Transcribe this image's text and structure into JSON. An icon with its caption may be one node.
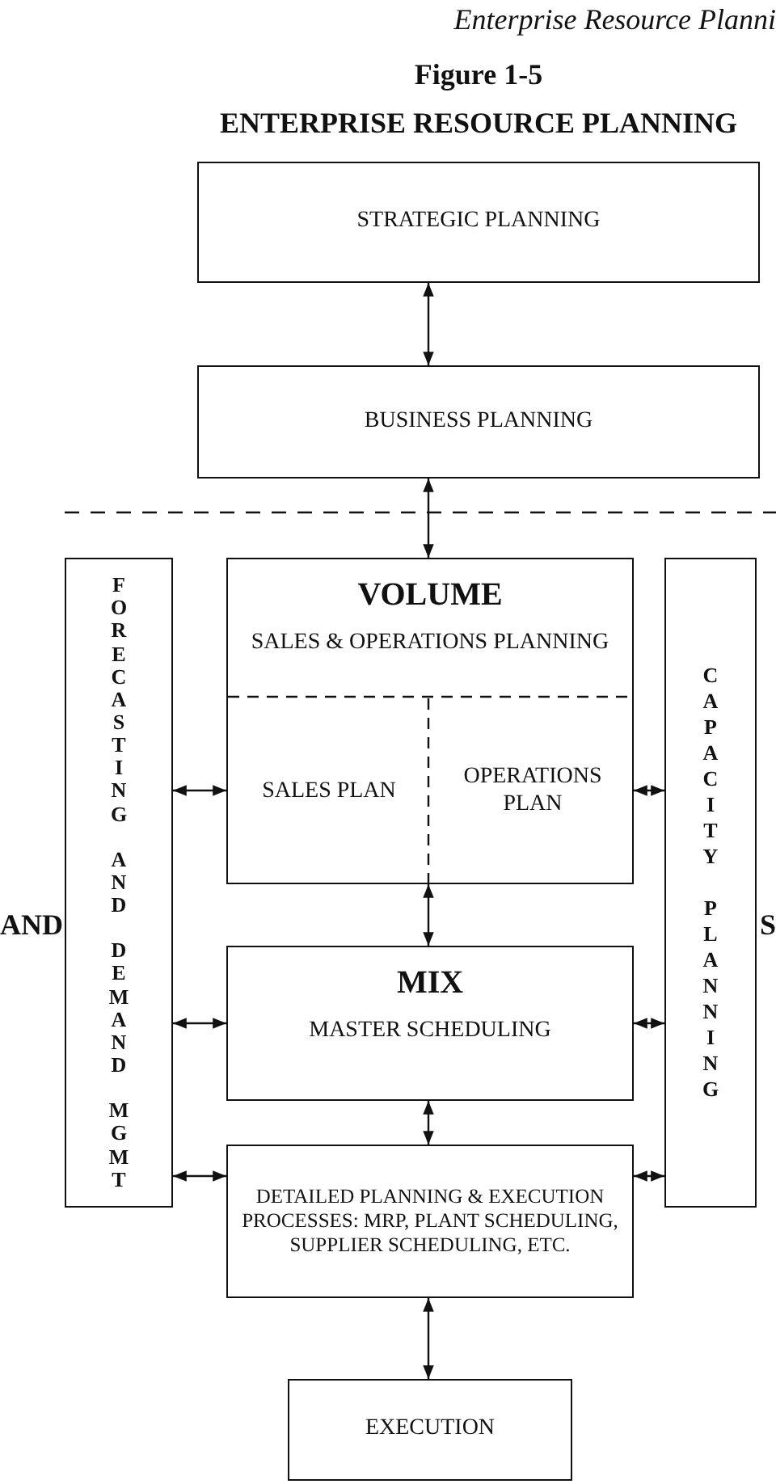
{
  "diagram": {
    "title": "ENTERPRISE RESOURCE PLANNING",
    "nodes": [
      {
        "text": [
          "STRATEGIC PLANNING"
        ]
      },
      {
        "text": [
          "BUSINESS PLANNING"
        ]
      },
      {
        "text": [
          "FORECASTING AND DEMAND MGMT"
        ]
      },
      {
        "text": [
          "VOLUME",
          "SALES & OPERATIONS PLANNING"
        ]
      },
      {
        "text": [
          "SALES PLAN"
        ],
        "in": 3
      },
      {
        "text": [
          "OPERATIONS PLAN"
        ],
        "in": 3
      },
      {
        "text": [
          "CAPACITY PLANNING"
        ]
      },
      {
        "text": [
          "MIX",
          "MASTER SCHEDULING"
        ]
      },
      {
        "text": [
          "DETAILED PLANNING & EXECUTION PROCESSES: MRP, PLANT SCHEDULING, SUPPLIER SCHEDULING, ETC."
        ]
      },
      {
        "text": [
          "EXECUTION"
        ]
      }
    ],
    "edges": [
      {
        "from": 0,
        "to": 1,
        "arrow": "both"
      },
      {
        "from": 1,
        "to": 3,
        "arrow": "both"
      },
      {
        "from": 2,
        "to": 4,
        "arrow": "both"
      },
      {
        "from": 5,
        "to": 6,
        "arrow": "both"
      },
      {
        "from": 3,
        "to": 7,
        "arrow": "both"
      },
      {
        "from": 2,
        "to": 7,
        "arrow": "both"
      },
      {
        "from": 7,
        "to": 6,
        "arrow": "both"
      },
      {
        "from": 7,
        "to": 8,
        "arrow": "both"
      },
      {
        "from": 2,
        "to": 8,
        "arrow": "both"
      },
      {
        "from": 8,
        "to": 6,
        "arrow": "both"
      },
      {
        "from": 8,
        "to": 9,
        "arrow": "both"
      }
    ],
    "labels": [
      "Enterprise Resource Planni",
      "Figure 1-5",
      "AND",
      "S"
    ]
  }
}
